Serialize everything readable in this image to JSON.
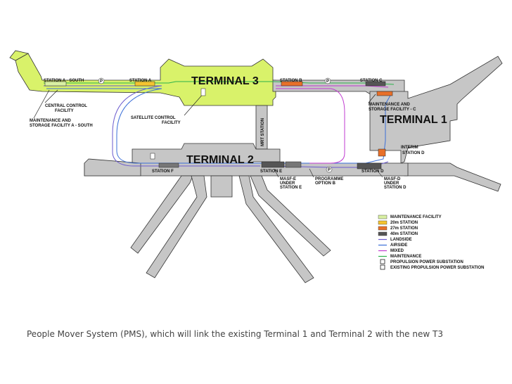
{
  "terminals": {
    "t3": "TERMINAL 3",
    "t2": "TERMINAL 2",
    "t1": "TERMINAL 1"
  },
  "stations": {
    "a_south": "STATION A - SOUTH",
    "a": "STATION A",
    "b": "STATION B",
    "c": "STATION C",
    "d": "STATION D",
    "e": "STATION E",
    "f": "STATION F",
    "mrt": "MRT STATION",
    "p": "P",
    "interim_d_1": "INTERIM",
    "interim_d_2": "STATION D"
  },
  "labels": {
    "central_control_1": "CENTRAL CONTROL",
    "central_control_2": "FACILITY",
    "maint_a_1": "MAINTENANCE AND",
    "maint_a_2": "STORAGE FACILITY A - SOUTH",
    "satellite_1": "SATELLITE CONTROL",
    "satellite_2": "FACILITY",
    "maint_c_1": "MAINTENANCE AND",
    "maint_c_2": "STORAGE FACILITY - C",
    "masf_e_1": "MASF-E",
    "masf_e_2": "UNDER",
    "masf_e_3": "STATION E",
    "programme_1": "PROGRAMME",
    "programme_2": "OPTION B",
    "masf_d_1": "MASF-D",
    "masf_d_2": "UNDER",
    "masf_d_3": "STATION D"
  },
  "legend": [
    {
      "label": "MAINTENANCE FACILITY",
      "color": "#d9f0a3",
      "kind": "swatch"
    },
    {
      "label": "20m STATION",
      "color": "#f4c430",
      "kind": "swatch"
    },
    {
      "label": "27m STATION",
      "color": "#e8702a",
      "kind": "swatch"
    },
    {
      "label": "40m STATION",
      "color": "#555555",
      "kind": "swatch"
    },
    {
      "label": "LANDSIDE",
      "color": "#6a5acd",
      "kind": "line"
    },
    {
      "label": "AIRSIDE",
      "color": "#3b6fd8",
      "kind": "line"
    },
    {
      "label": "MIXED",
      "color": "#c03bd0",
      "kind": "line"
    },
    {
      "label": "MAINTENANCE",
      "color": "#2bb34a",
      "kind": "line"
    },
    {
      "label": "PROPULSION POWER SUBSTATION",
      "color": "#222222",
      "kind": "box"
    },
    {
      "label": "EXISTING PROPULSION POWER SUBSTATION",
      "color": "#222222",
      "kind": "box"
    }
  ],
  "colors": {
    "building": "#c6c6c6",
    "terminal3": "#d9f26a",
    "outline": "#333333"
  },
  "caption": "People Mover System (PMS), which will link the existing Terminal 1 and Terminal 2 with the new T3"
}
